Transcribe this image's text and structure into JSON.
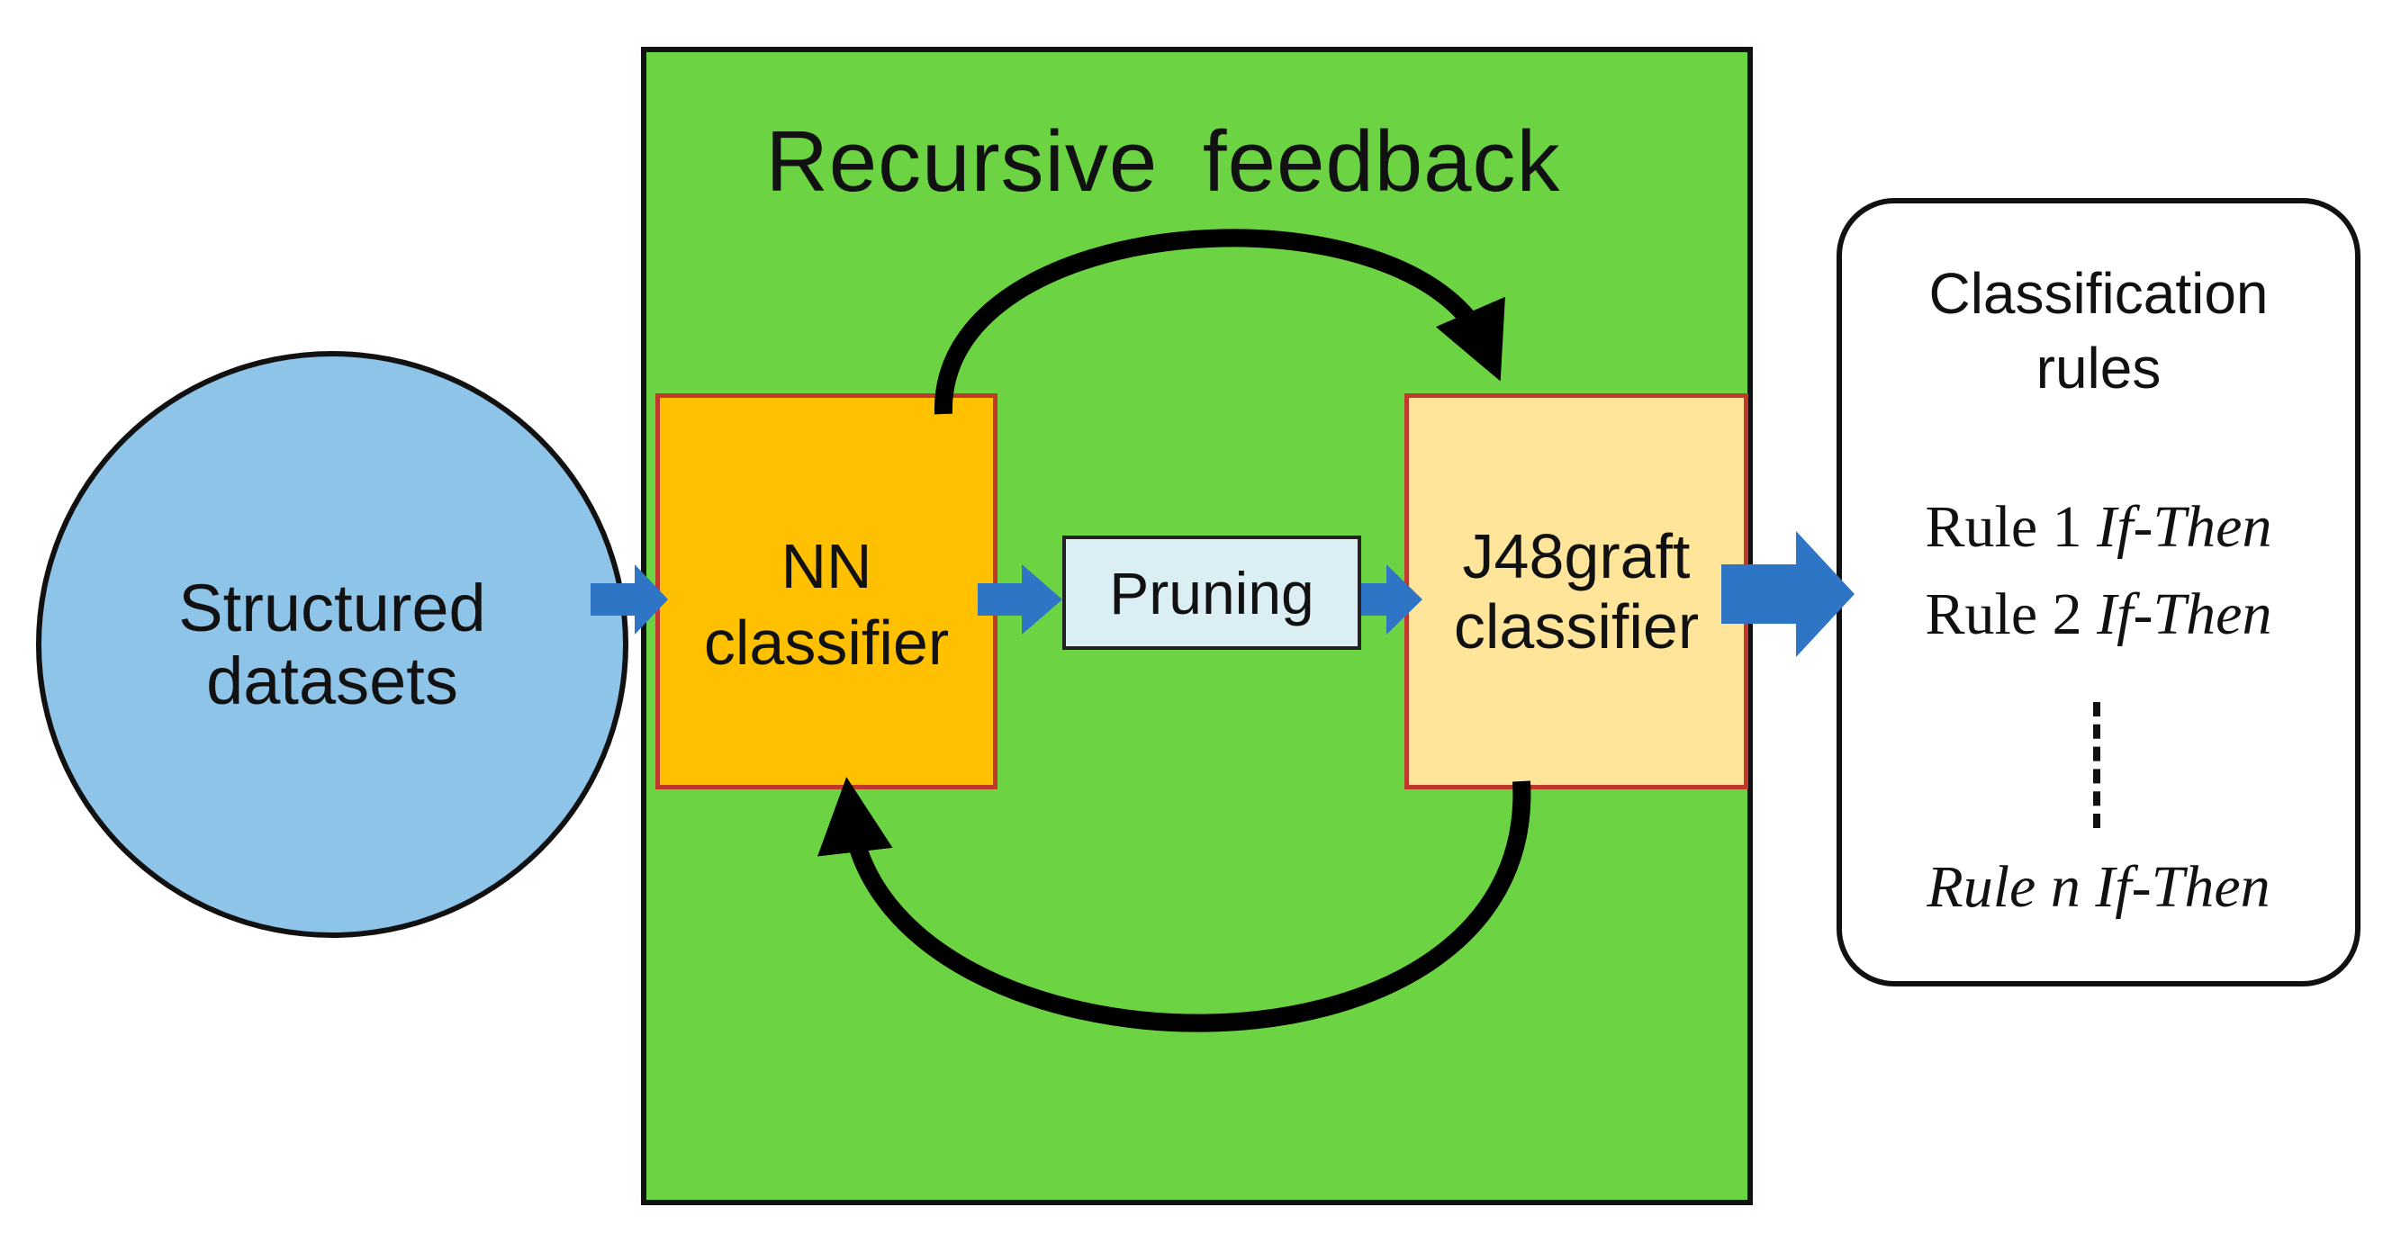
{
  "diagram": {
    "panel_title": "Recursive  feedback",
    "input_node": {
      "line1": "Structured",
      "line2": "datasets"
    },
    "nn_node": {
      "line1": "NN",
      "line2": "classifier"
    },
    "pruning_node": {
      "label": "Pruning"
    },
    "j48_node": {
      "line1": "J48graft",
      "line2": "classifier"
    },
    "rules_node": {
      "heading_line1": "Classification",
      "heading_line2": "rules",
      "rules": [
        {
          "prefix": "Rule 1 ",
          "suffix": "If-Then"
        },
        {
          "prefix": "Rule 2 ",
          "suffix": "If-Then"
        }
      ],
      "last_rule": {
        "prefix": "Rule n ",
        "suffix": "If-Then"
      }
    },
    "colors": {
      "panel": "#6cd443",
      "input_circle": "#8fc4e9",
      "nn_box": "#ffc000",
      "j48_box": "#ffe599",
      "pruning_box": "#dbeef4",
      "box_border": "#c0392b",
      "flow_arrow": "#2e75c6",
      "feedback_arrow": "#000000"
    }
  }
}
